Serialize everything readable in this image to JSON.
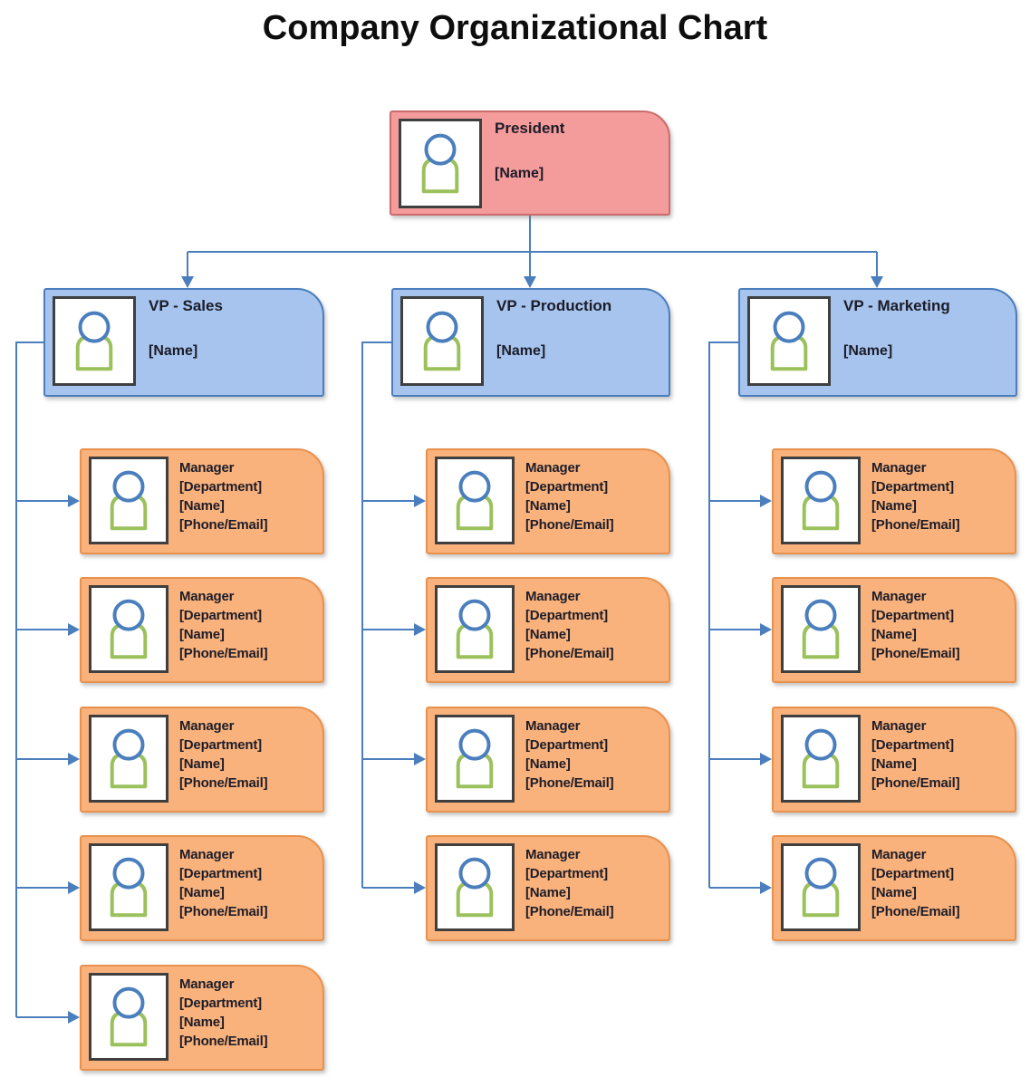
{
  "page": {
    "title": "Company Organizational Chart"
  },
  "palette": {
    "president_fill": "#F49C9C",
    "president_border": "#CB6B6B",
    "vp_fill": "#A6C4EE",
    "vp_border": "#4A7EBD",
    "manager_fill": "#FAB27C",
    "manager_border": "#E8914D",
    "connector": "#4A7EBD",
    "photo_border": "#3F3F3F",
    "icon_head": "#4A7EBD",
    "icon_body": "#9BC15C",
    "text": "#1C1C28"
  },
  "icons": {
    "person": "person-icon"
  },
  "org": {
    "president": {
      "title": "President",
      "name": "[Name]"
    },
    "vps": [
      {
        "title": "VP - Sales",
        "name": "[Name]",
        "managers": [
          {
            "title": "Manager",
            "department": "[Department]",
            "name": "[Name]",
            "contact": "[Phone/Email]"
          },
          {
            "title": "Manager",
            "department": "[Department]",
            "name": "[Name]",
            "contact": "[Phone/Email]"
          },
          {
            "title": "Manager",
            "department": "[Department]",
            "name": "[Name]",
            "contact": "[Phone/Email]"
          },
          {
            "title": "Manager",
            "department": "[Department]",
            "name": "[Name]",
            "contact": "[Phone/Email]"
          },
          {
            "title": "Manager",
            "department": "[Department]",
            "name": "[Name]",
            "contact": "[Phone/Email]"
          }
        ]
      },
      {
        "title": "VP - Production",
        "name": "[Name]",
        "managers": [
          {
            "title": "Manager",
            "department": "[Department]",
            "name": "[Name]",
            "contact": "[Phone/Email]"
          },
          {
            "title": "Manager",
            "department": "[Department]",
            "name": "[Name]",
            "contact": "[Phone/Email]"
          },
          {
            "title": "Manager",
            "department": "[Department]",
            "name": "[Name]",
            "contact": "[Phone/Email]"
          },
          {
            "title": "Manager",
            "department": "[Department]",
            "name": "[Name]",
            "contact": "[Phone/Email]"
          }
        ]
      },
      {
        "title": "VP - Marketing",
        "name": "[Name]",
        "managers": [
          {
            "title": "Manager",
            "department": "[Department]",
            "name": "[Name]",
            "contact": "[Phone/Email]"
          },
          {
            "title": "Manager",
            "department": "[Department]",
            "name": "[Name]",
            "contact": "[Phone/Email]"
          },
          {
            "title": "Manager",
            "department": "[Department]",
            "name": "[Name]",
            "contact": "[Phone/Email]"
          },
          {
            "title": "Manager",
            "department": "[Department]",
            "name": "[Name]",
            "contact": "[Phone/Email]"
          }
        ]
      }
    ]
  }
}
